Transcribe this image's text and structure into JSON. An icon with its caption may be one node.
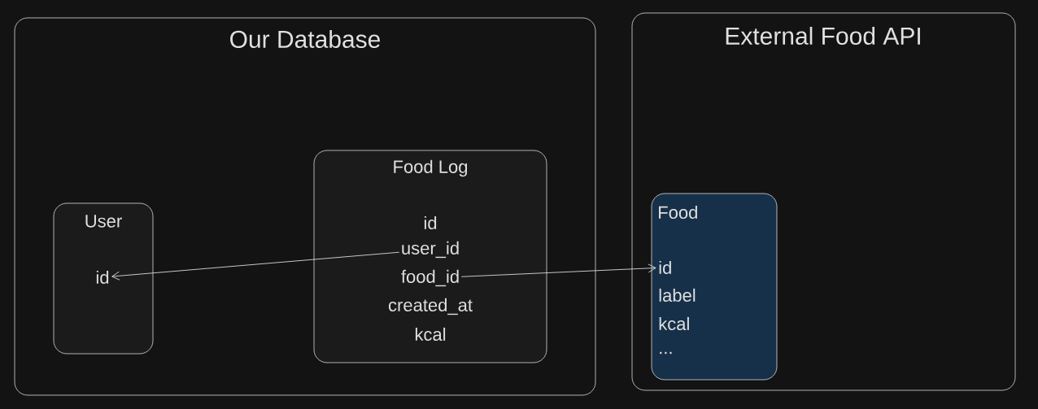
{
  "diagram": {
    "nodes": [
      {
        "text": [
          "Our Database"
        ]
      },
      {
        "text": [
          "User"
        ],
        "in": 0
      },
      {
        "text": [
          "id"
        ],
        "in": 1
      },
      {
        "text": [
          "Food Log"
        ],
        "in": 0
      },
      {
        "text": [
          "id"
        ],
        "in": 3
      },
      {
        "text": [
          "user_id"
        ],
        "in": 3
      },
      {
        "text": [
          "food_id"
        ],
        "in": 3
      },
      {
        "text": [
          "created_at"
        ],
        "in": 3
      },
      {
        "text": [
          "kcal"
        ],
        "in": 3
      },
      {
        "text": [
          "External Food API"
        ]
      },
      {
        "text": [
          "Food"
        ],
        "in": 9
      },
      {
        "text": [
          "id"
        ],
        "in": 10
      },
      {
        "text": [
          "label"
        ],
        "in": 10
      },
      {
        "text": [
          "kcal"
        ],
        "in": 10
      },
      {
        "text": [
          "..."
        ],
        "in": 10
      }
    ],
    "edges": [
      {
        "from": 5,
        "to": 2,
        "arrow": "to"
      },
      {
        "from": 6,
        "to": 11,
        "arrow": "to"
      }
    ]
  }
}
